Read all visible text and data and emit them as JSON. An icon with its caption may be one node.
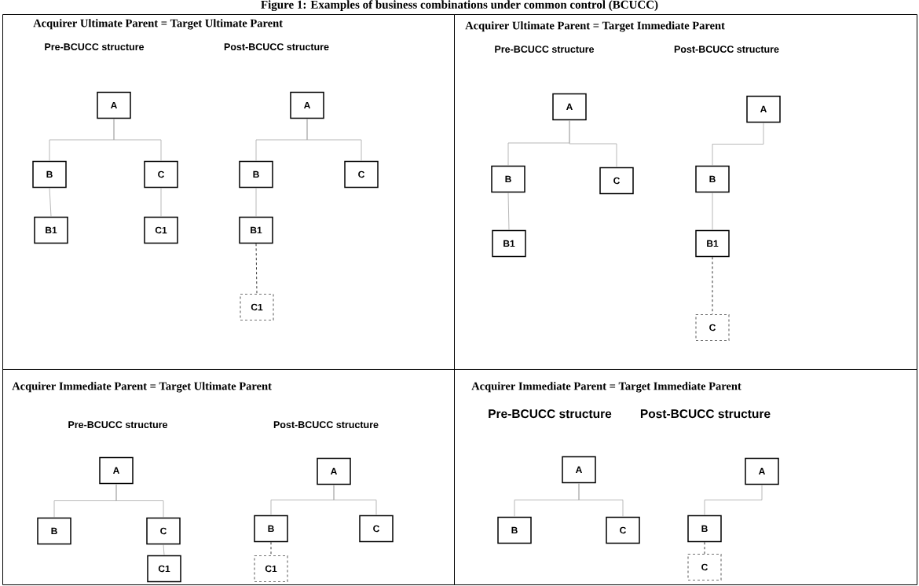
{
  "diagram": {
    "title": "Figure 1: Examples of business combinations under common control (BCUCC)",
    "nodes": [
      {
        "text": [
          "Acquirer Ultimate Parent = Target Ultimate Parent",
          "Pre-BCUCC structure",
          "Post-BCUCC structure"
        ]
      },
      {
        "text": [
          "A"
        ],
        "in": 0
      },
      {
        "text": [
          "B"
        ],
        "in": 0
      },
      {
        "text": [
          "C"
        ],
        "in": 0
      },
      {
        "text": [
          "B1"
        ],
        "in": 0
      },
      {
        "text": [
          "C1"
        ],
        "in": 0
      },
      {
        "text": [
          "A"
        ],
        "in": 0
      },
      {
        "text": [
          "B"
        ],
        "in": 0
      },
      {
        "text": [
          "C"
        ],
        "in": 0
      },
      {
        "text": [
          "B1"
        ],
        "in": 0
      },
      {
        "text": [
          "C1"
        ],
        "in": 0
      },
      {
        "text": [
          "Acquirer Ultimate Parent = Target Immediate Parent",
          "Pre-BCUCC structure",
          "Post-BCUCC structure"
        ]
      },
      {
        "text": [
          "A"
        ],
        "in": 11
      },
      {
        "text": [
          "B"
        ],
        "in": 11
      },
      {
        "text": [
          "C"
        ],
        "in": 11
      },
      {
        "text": [
          "B1"
        ],
        "in": 11
      },
      {
        "text": [
          "A"
        ],
        "in": 11
      },
      {
        "text": [
          "B"
        ],
        "in": 11
      },
      {
        "text": [
          "B1"
        ],
        "in": 11
      },
      {
        "text": [
          "C"
        ],
        "in": 11
      },
      {
        "text": [
          "Acquirer Immediate Parent = Target Ultimate Parent",
          "Pre-BCUCC structure",
          "Post-BCUCC structure"
        ]
      },
      {
        "text": [
          "A"
        ],
        "in": 20
      },
      {
        "text": [
          "B"
        ],
        "in": 20
      },
      {
        "text": [
          "C"
        ],
        "in": 20
      },
      {
        "text": [
          "C1"
        ],
        "in": 20
      },
      {
        "text": [
          "A"
        ],
        "in": 20
      },
      {
        "text": [
          "B"
        ],
        "in": 20
      },
      {
        "text": [
          "C"
        ],
        "in": 20
      },
      {
        "text": [
          "C1"
        ],
        "in": 20
      },
      {
        "text": [
          "Acquirer Immediate Parent = Target Immediate Parent",
          "Pre-BCUCC structure",
          "Post-BCUCC structure"
        ]
      },
      {
        "text": [
          "A"
        ],
        "in": 29
      },
      {
        "text": [
          "B"
        ],
        "in": 29
      },
      {
        "text": [
          "C"
        ],
        "in": 29
      },
      {
        "text": [
          "A"
        ],
        "in": 29
      },
      {
        "text": [
          "B"
        ],
        "in": 29
      },
      {
        "text": [
          "C"
        ],
        "in": 29
      }
    ],
    "edges": [
      {
        "from": 1,
        "to": 2,
        "arrow": "none"
      },
      {
        "from": 1,
        "to": 3,
        "arrow": "none"
      },
      {
        "from": 2,
        "to": 4,
        "arrow": "none"
      },
      {
        "from": 3,
        "to": 5,
        "arrow": "none"
      },
      {
        "from": 6,
        "to": 7,
        "arrow": "none"
      },
      {
        "from": 6,
        "to": 8,
        "arrow": "none"
      },
      {
        "from": 7,
        "to": 9,
        "arrow": "none"
      },
      {
        "from": 9,
        "to": 10,
        "arrow": "none",
        "style": "dashed",
        "color": "#000000"
      },
      {
        "from": 12,
        "to": 13,
        "arrow": "none"
      },
      {
        "from": 12,
        "to": 14,
        "arrow": "none"
      },
      {
        "from": 13,
        "to": 15,
        "arrow": "none"
      },
      {
        "from": 16,
        "to": 17,
        "arrow": "none"
      },
      {
        "from": 17,
        "to": 18,
        "arrow": "none"
      },
      {
        "from": 18,
        "to": 19,
        "arrow": "none",
        "style": "dashed",
        "color": "#000000"
      },
      {
        "from": 21,
        "to": 22,
        "arrow": "none"
      },
      {
        "from": 21,
        "to": 23,
        "arrow": "none"
      },
      {
        "from": 23,
        "to": 24,
        "arrow": "none"
      },
      {
        "from": 25,
        "to": 26,
        "arrow": "none"
      },
      {
        "from": 25,
        "to": 27,
        "arrow": "none"
      },
      {
        "from": 26,
        "to": 28,
        "arrow": "none",
        "style": "dashed",
        "color": "#000000"
      },
      {
        "from": 30,
        "to": 31,
        "arrow": "none"
      },
      {
        "from": 30,
        "to": 32,
        "arrow": "none"
      },
      {
        "from": 33,
        "to": 34,
        "arrow": "none"
      },
      {
        "from": 34,
        "to": 35,
        "arrow": "none",
        "style": "dashed",
        "color": "#000000"
      }
    ]
  }
}
